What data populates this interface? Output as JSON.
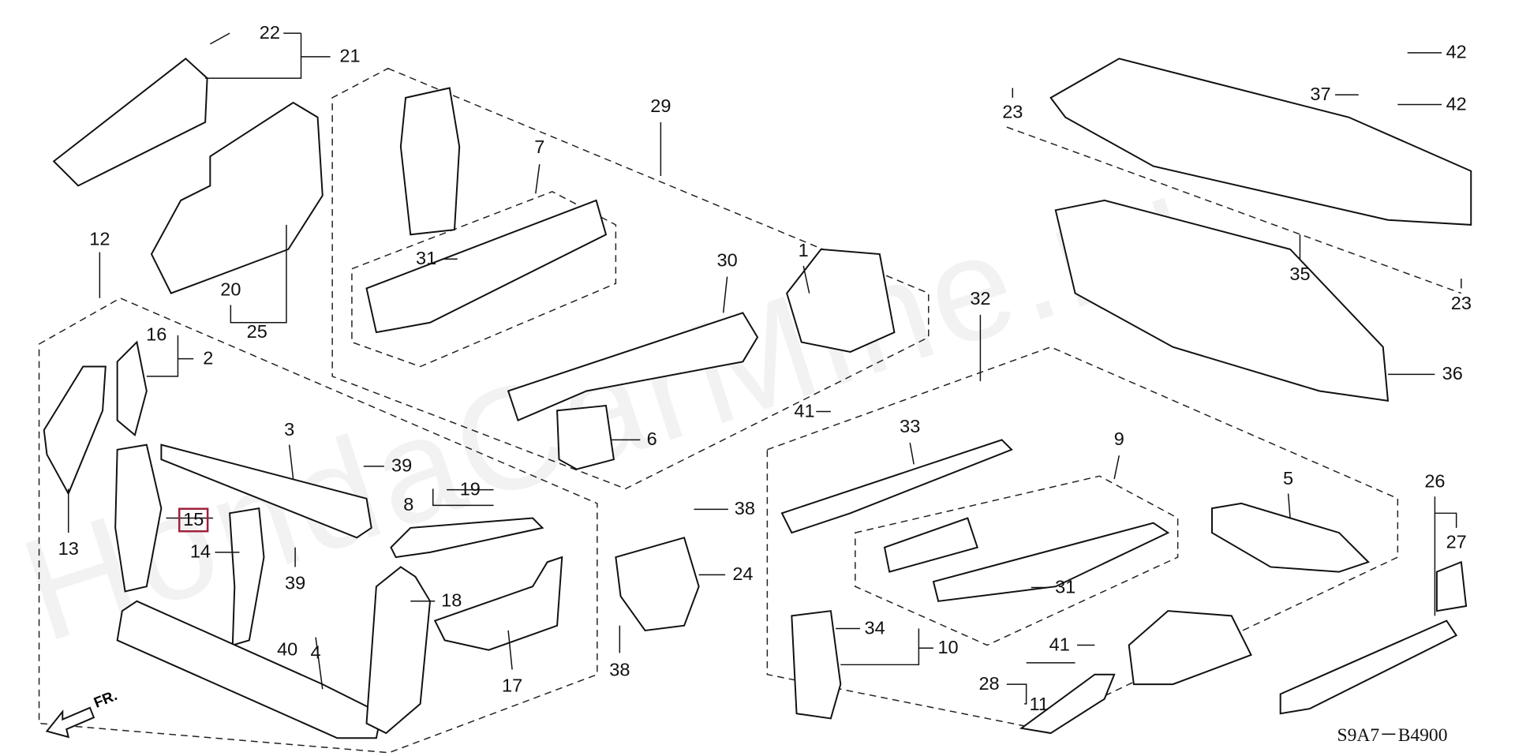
{
  "diagram": {
    "callouts": [
      "22",
      "21",
      "12",
      "16",
      "2",
      "20",
      "25",
      "13",
      "15",
      "14",
      "3",
      "39",
      "39",
      "40",
      "4",
      "8",
      "19",
      "18",
      "17",
      "29",
      "7",
      "31",
      "30",
      "1",
      "41",
      "6",
      "38",
      "24",
      "38",
      "23",
      "37",
      "42",
      "42",
      "35",
      "23",
      "36",
      "32",
      "33",
      "9",
      "5",
      "26",
      "27",
      "31",
      "34",
      "10",
      "41",
      "28",
      "11"
    ],
    "highlighted_callout": "15",
    "highlight_color": "#a0203a",
    "direction_label": "FR.",
    "diagram_code": "S9A7－B4900",
    "watermark": "HondaCarMine.ru"
  }
}
